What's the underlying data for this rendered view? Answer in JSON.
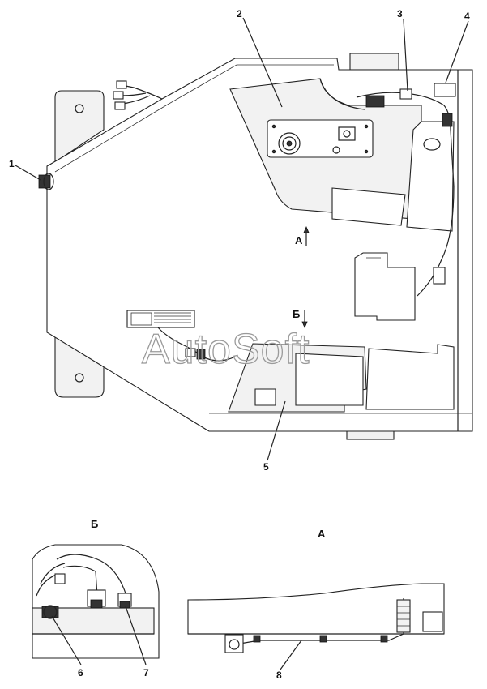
{
  "watermark": "AutoSoft",
  "view_labels": {
    "a": "А",
    "b": "Б"
  },
  "callouts": {
    "c1": "1",
    "c2": "2",
    "c3": "3",
    "c4": "4",
    "c5": "5",
    "c6": "6",
    "c7": "7",
    "c8": "8"
  }
}
